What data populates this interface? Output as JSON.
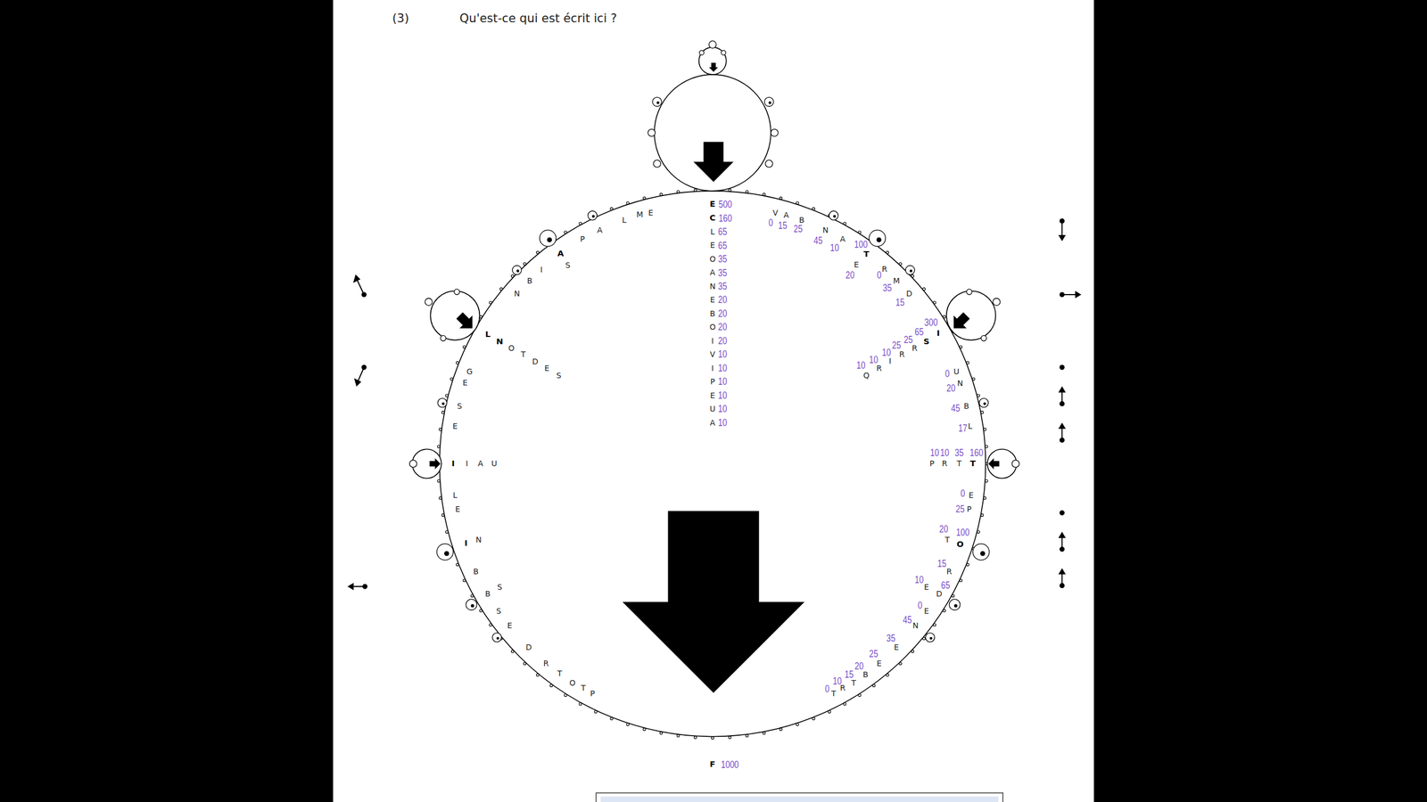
{
  "diagram": {
    "title": "Qu'est-ce qui est écrit ici ?",
    "labels": [
      "(3)",
      "E",
      "500",
      "C",
      "160",
      "L",
      "65",
      "E",
      "65",
      "O",
      "35",
      "A",
      "35",
      "N",
      "35",
      "E",
      "20",
      "B",
      "20",
      "O",
      "20",
      "I",
      "20",
      "V",
      "10",
      "I",
      "10",
      "P",
      "10",
      "E",
      "10",
      "U",
      "10",
      "A",
      "10",
      "F",
      "1000",
      "E",
      "M",
      "L",
      "A",
      "P",
      "A",
      "S",
      "I",
      "B",
      "N",
      "L",
      "N",
      "O",
      "T",
      "D",
      "E",
      "S",
      "G",
      "E",
      "S",
      "E",
      "I",
      "I",
      "A",
      "U",
      "L",
      "E",
      "I",
      "N",
      "B",
      "S",
      "B",
      "S",
      "E",
      "D",
      "R",
      "T",
      "O",
      "T",
      "P",
      "V",
      "0",
      "A",
      "15",
      "B",
      "25",
      "N",
      "45",
      "A",
      "10",
      "T",
      "100",
      "E",
      "20",
      "R",
      "0",
      "M",
      "35",
      "D",
      "15",
      "I",
      "300",
      "S",
      "65",
      "R",
      "25",
      "R",
      "25",
      "I",
      "10",
      "R",
      "10",
      "Q",
      "10",
      "U",
      "0",
      "N",
      "20",
      "B",
      "45",
      "L",
      "17",
      "P",
      "10",
      "R",
      "10",
      "T",
      "35",
      "T",
      "160",
      "E",
      "0",
      "P",
      "25",
      "T",
      "20",
      "O",
      "100",
      "R",
      "15",
      "D",
      "65",
      "E",
      "10",
      "E",
      "0",
      "N",
      "45",
      "E",
      "35",
      "E",
      "25",
      "B",
      "20",
      "T",
      "15",
      "R",
      "10",
      "T",
      "0"
    ]
  }
}
